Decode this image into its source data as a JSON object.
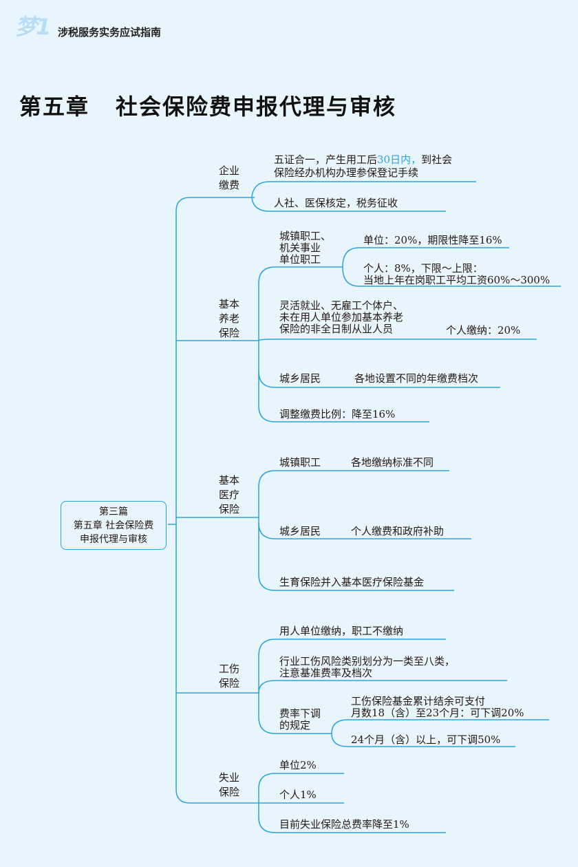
{
  "header": {
    "logo": "梦1",
    "book_title": "涉税服务实务应试指南"
  },
  "chapter": {
    "number": "第五章",
    "title": "社会保险费申报代理与审核"
  },
  "root": {
    "line1": "第三篇",
    "line2": "第五章  社会保险费",
    "line3": "申报代理与审核"
  },
  "colors": {
    "accent": "#2aa3e0",
    "background": "#e9f5fd"
  },
  "branches": {
    "enterprise": {
      "label1": "企业",
      "label2": "缴费",
      "item1_a": "五证合一，产生用工后",
      "item1_hl": "30日内，",
      "item1_b": "到社会",
      "item1_line2": "保险经办机构办理参保登记手续",
      "item2": "人社、医保核定，税务征收"
    },
    "pension": {
      "label1": "基本",
      "label2": "养老",
      "label3": "保险",
      "urban1": "城镇职工、",
      "urban2": "机关事业",
      "urban3": "单位职工",
      "unit": "单位：20%，期限性降至16%",
      "personal1": "个人：8%，下限～上限：",
      "personal2": "当地上年在岗职工平均工资60%～300%",
      "flex1": "灵活就业、无雇工个体户、",
      "flex2": "未在用人单位参加基本养老",
      "flex3": "保险的非全日制从业人员",
      "flex_rate": "个人缴纳：20%",
      "resident": "城乡居民",
      "resident_note": "各地设置不同的年缴费档次",
      "adjust": "调整缴费比例：降至16%"
    },
    "medical": {
      "label1": "基本",
      "label2": "医疗",
      "label3": "保险",
      "urban": "城镇职工",
      "urban_note": "各地缴纳标准不同",
      "resident": "城乡居民",
      "resident_note": "个人缴费和政府补助",
      "maternity": "生育保险并入基本医疗保险基金"
    },
    "injury": {
      "label1": "工伤",
      "label2": "保险",
      "item1": "用人单位缴纳，职工不缴纳",
      "item2_1": "行业工伤风险类别划分为一类至八类，",
      "item2_2": "注意基准费率及档次",
      "rule1": "费率下调",
      "rule2": "的规定",
      "rule_a1": "工伤保险基金累计结余可支付",
      "rule_a2": "月数18（含）至23个月：可下调20%",
      "rule_b": "24个月（含）以上，可下调50%"
    },
    "unemployment": {
      "label1": "失业",
      "label2": "保险",
      "item1": "单位2%",
      "item2": "个人1%",
      "item3": "目前失业保险总费率降至1%"
    }
  }
}
